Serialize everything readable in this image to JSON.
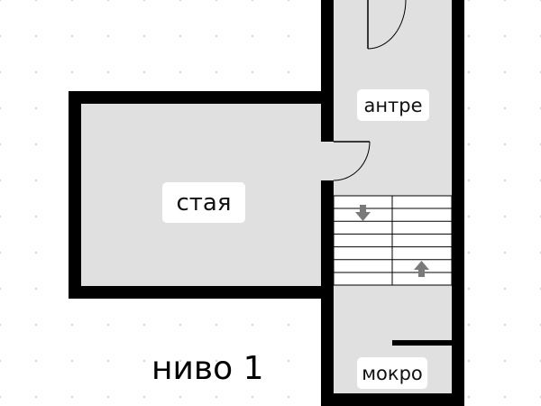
{
  "rooms": {
    "room": "стая",
    "hall": "антре",
    "bathroom": "мокро"
  },
  "level_label": "ниво 1",
  "colors": {
    "wall": "#000000",
    "floor": "#e0e0e0",
    "stairs": "#ffffff",
    "arrow": "#7a7a7a"
  }
}
